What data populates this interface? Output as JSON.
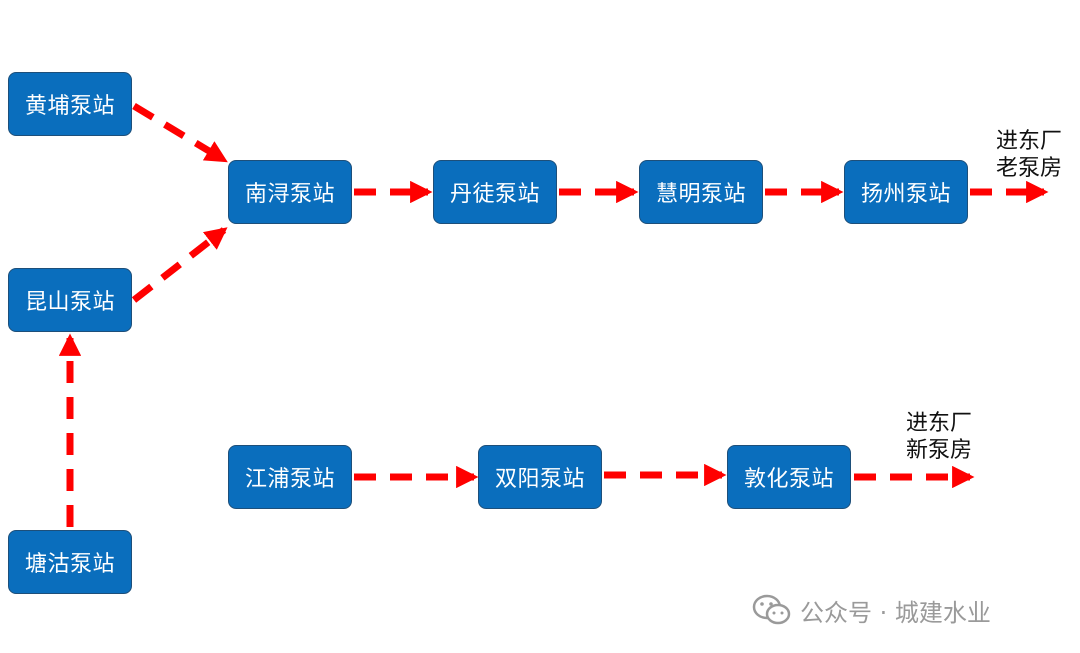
{
  "nodes": {
    "huangpu": "黄埔泵站",
    "kunshan": "昆山泵站",
    "tanggu": "塘沽泵站",
    "nanxun": "南浔泵站",
    "dantu": "丹徒泵站",
    "huiming": "慧明泵站",
    "yangzhou": "扬州泵站",
    "jiangpu": "江浦泵站",
    "shuangyang": "双阳泵站",
    "dunhua": "敦化泵站"
  },
  "destinations": {
    "old": {
      "line1": "进东厂",
      "line2": "老泵房"
    },
    "new": {
      "line1": "进东厂",
      "line2": "新泵房"
    }
  },
  "watermark": {
    "text": "公众号 · 城建水业",
    "icon": "wechat-icon"
  },
  "colors": {
    "node_fill": "#0a6ebd",
    "arrow": "#ff0000",
    "node_text": "#ffffff"
  }
}
